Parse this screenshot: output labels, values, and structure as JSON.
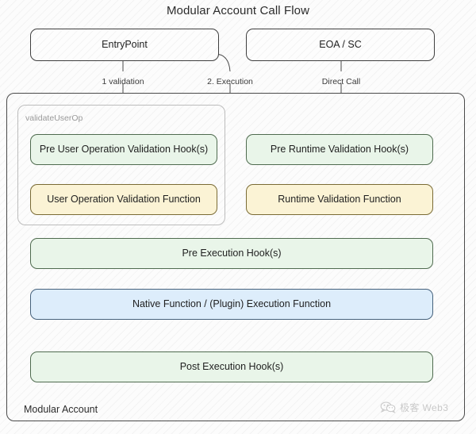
{
  "title": "Modular Account Call Flow",
  "containers": {
    "modular_account": "Modular Account",
    "validate_user_op": "validateUserOp"
  },
  "nodes": {
    "entrypoint": "EntryPoint",
    "eoa_sc": "EOA / SC",
    "pre_user_op_hook": "Pre User Operation Validation Hook(s)",
    "user_op_validation": "User Operation Validation Function",
    "pre_runtime_hook": "Pre Runtime Validation Hook(s)",
    "runtime_validation": "Runtime Validation Function",
    "pre_execution_hook": "Pre Execution Hook(s)",
    "native_function": "Native Function  /  (Plugin) Execution Function",
    "post_execution_hook": "Post Execution Hook(s)"
  },
  "edge_labels": {
    "validation": "1 validation",
    "execution": "2. Execution",
    "direct_call": "Direct Call"
  },
  "watermark": {
    "icon": "wechat-icon",
    "text": "极客 Web3"
  },
  "colors": {
    "green_fill": "#e9f5e9",
    "green_stroke": "#4f6b4f",
    "yellow_fill": "#fbf3d5",
    "yellow_stroke": "#7a6b35",
    "blue_fill": "#ddedfb",
    "blue_stroke": "#46627c",
    "plain_fill": "#fdfdfd",
    "plain_stroke": "#3f3f3f",
    "background": "#fcfcfc",
    "edge_stroke": "#4a4a4a"
  }
}
